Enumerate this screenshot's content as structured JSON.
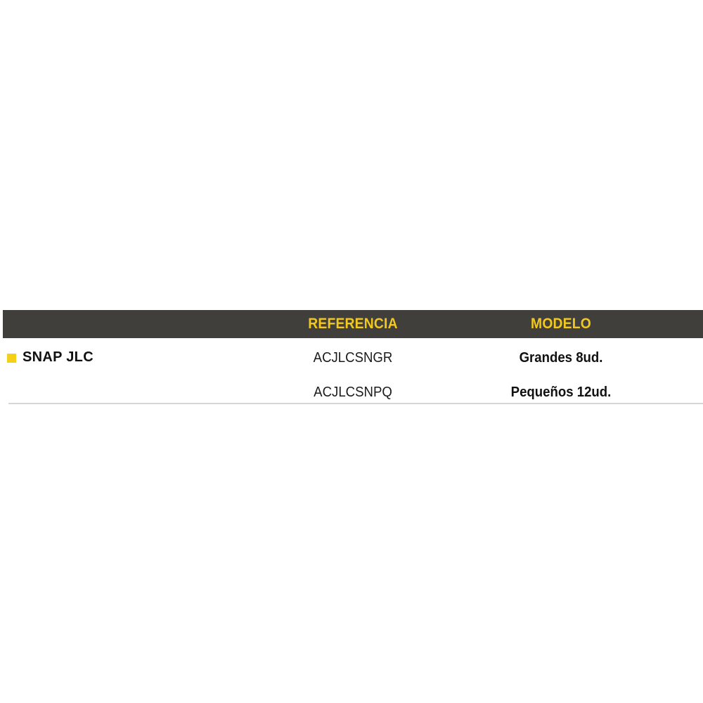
{
  "document": {
    "background_color": "#ffffff",
    "accent_yellow": "#F5D018",
    "header_text_yellow": "#F2C81E",
    "header_bar_color": "#413F3B",
    "rule_color": "#d6d6d6"
  },
  "table": {
    "columns": [
      {
        "key": "name",
        "header": ""
      },
      {
        "key": "ref",
        "header": "REFERENCIA"
      },
      {
        "key": "model",
        "header": "MODELO"
      }
    ],
    "group": {
      "bullet_icon": "square-bullet-icon",
      "label": "SNAP JLC"
    },
    "rows": [
      {
        "ref": "ACJLCSNGR",
        "model": "Grandes 8ud."
      },
      {
        "ref": "ACJLCSNPQ",
        "model": "Pequeños 12ud."
      }
    ]
  }
}
